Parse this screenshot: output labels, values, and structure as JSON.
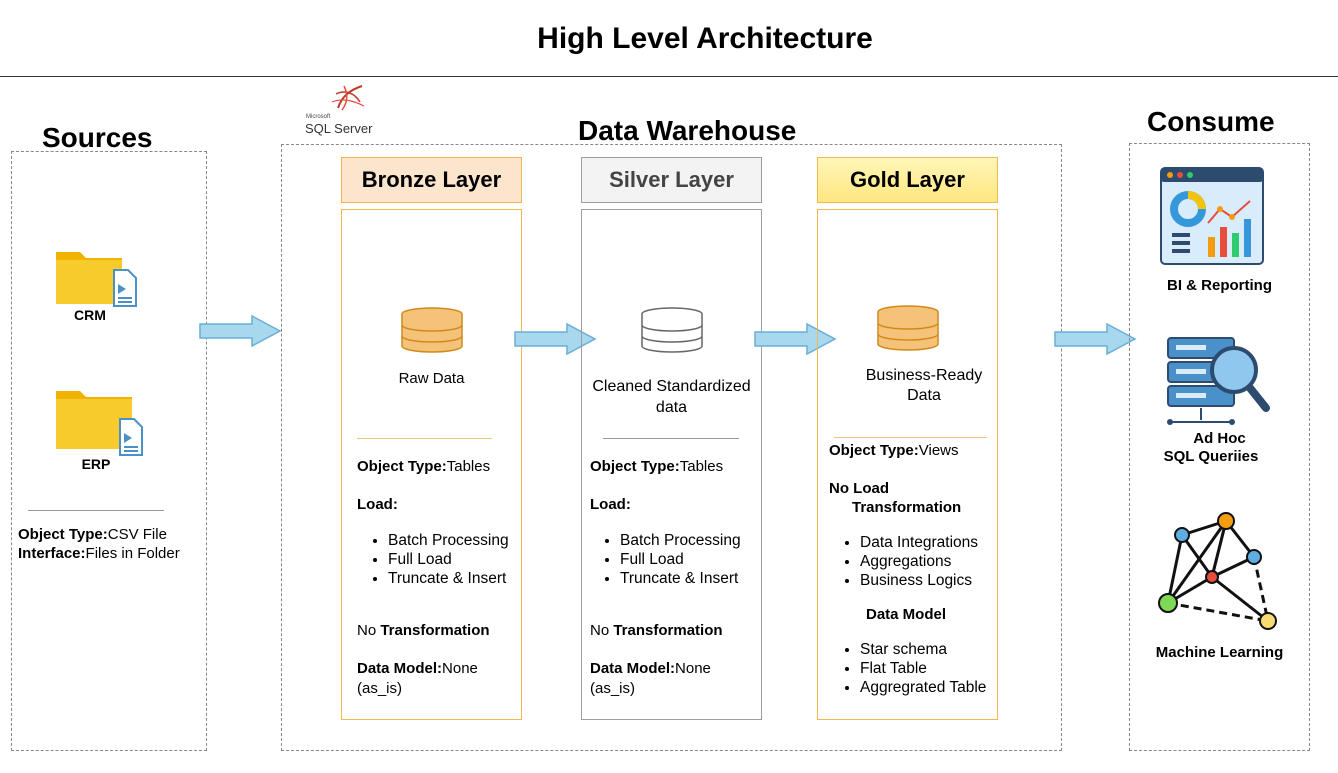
{
  "title": "High Level Architecture",
  "sources": {
    "title": "Sources",
    "items": [
      {
        "label": "CRM",
        "icon": "folder-document-icon"
      },
      {
        "label": "ERP",
        "icon": "folder-document-icon"
      }
    ],
    "object_type_label": "Object Type:",
    "object_type_value": "CSV File",
    "interface_label": "Interface:",
    "interface_value": "Files in Folder"
  },
  "warehouse": {
    "title": "Data Warehouse",
    "logo_small": "Microsoft",
    "logo_text": "SQL Server",
    "layers": [
      {
        "name": "Bronze Layer",
        "color": "#fce5cd",
        "border": "#f0b94e",
        "cylinder_color": "#f5c27a",
        "data_label": "Raw Data",
        "object_type_label": "Object Type:",
        "object_type_value": "Tables",
        "load_label": "Load:",
        "load_items": [
          "Batch Processing",
          "Full Load",
          "Truncate & Insert"
        ],
        "no_label": "No ",
        "transformation_label": "Transformation",
        "data_model_label": "Data Model:",
        "data_model_value": "None",
        "data_model_extra": "(as_is)"
      },
      {
        "name": "Silver Layer",
        "color": "#f3f3f3",
        "border": "#9e9e9e",
        "cylinder_color": "#ffffff",
        "data_label": "Cleaned Standardized data",
        "object_type_label": "Object Type:",
        "object_type_value": "Tables",
        "load_label": "Load:",
        "load_items": [
          "Batch Processing",
          "Full Load",
          "Truncate & Insert"
        ],
        "no_label": "No ",
        "transformation_label": "Transformation",
        "data_model_label": "Data Model:",
        "data_model_value": "None",
        "data_model_extra": "(as_is)"
      },
      {
        "name": "Gold Layer",
        "color": "#fff2a8",
        "border": "#f0b94e",
        "cylinder_color": "#f5c27a",
        "data_label": "Business-Ready Data",
        "object_type_label": "Object Type:",
        "object_type_value": "Views",
        "no_load_label": "No Load",
        "transformation_label": "Transformation",
        "transform_items": [
          "Data Integrations",
          "Aggregations",
          "Business Logics"
        ],
        "data_model_label": "Data Model",
        "model_items": [
          "Star schema",
          "Flat Table",
          "Aggregrated Table"
        ]
      }
    ]
  },
  "consume": {
    "title": "Consume",
    "items": [
      {
        "label": "BI & Reporting",
        "icon": "dashboard-chart-icon"
      },
      {
        "label_line1": "Ad Hoc",
        "label_line2": "SQL Queriies",
        "icon": "server-search-icon"
      },
      {
        "label": "Machine Learning",
        "icon": "network-graph-icon"
      }
    ]
  },
  "colors": {
    "arrow_fill": "#a8d8ee",
    "arrow_stroke": "#6aaed6",
    "folder": "#f5c518",
    "bronze_border": "#f0b94e",
    "silver_border": "#9e9e9e"
  }
}
